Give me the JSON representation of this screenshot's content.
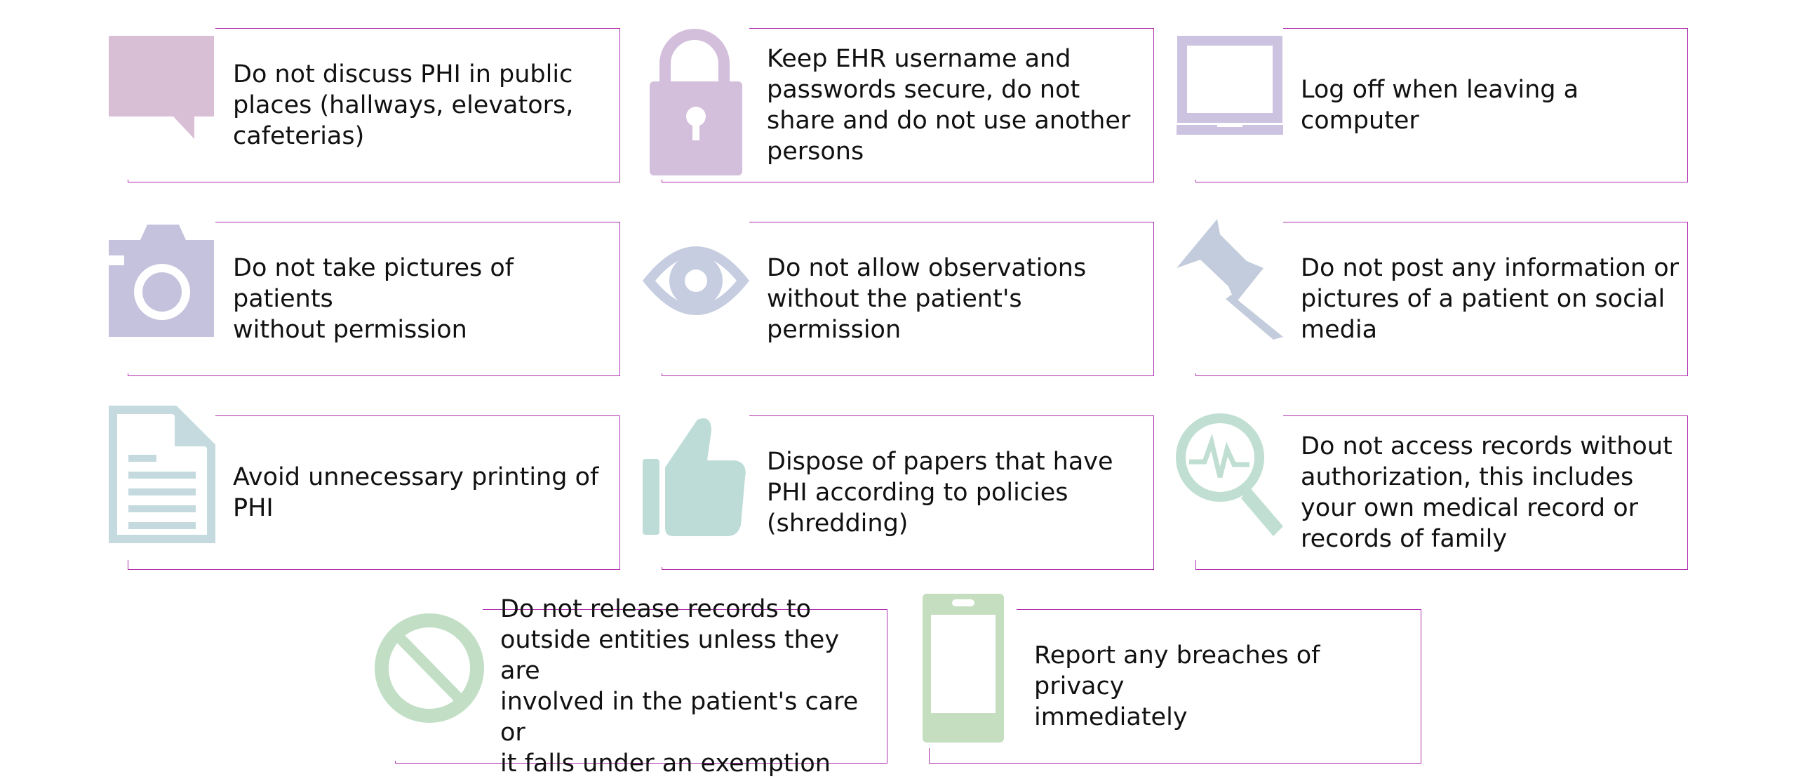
{
  "tips": [
    {
      "id": "public-places",
      "icon": "speech-bubble-icon",
      "color": "#d9bfd6",
      "text": "Do not discuss PHI in public\nplaces (hallways, elevators,\ncafeterias)"
    },
    {
      "id": "ehr-password",
      "icon": "lock-icon",
      "color": "#d3bedb",
      "text": "Keep EHR username and\npasswords secure, do not\nshare and do not use another\npersons"
    },
    {
      "id": "log-off",
      "icon": "laptop-icon",
      "color": "#cbc3e0",
      "text": "Log off when leaving a\ncomputer"
    },
    {
      "id": "no-pictures",
      "icon": "camera-icon",
      "color": "#c4c2dd",
      "text": "Do not take pictures of patients\nwithout permission"
    },
    {
      "id": "no-observations",
      "icon": "eye-icon",
      "color": "#c6cde1",
      "text": "Do not allow observations\nwithout the patient's\npermission"
    },
    {
      "id": "no-social-media",
      "icon": "pushpin-icon",
      "color": "#c3ccdc",
      "text": "Do not post any information or\npictures of a patient on social\nmedia"
    },
    {
      "id": "avoid-printing",
      "icon": "document-icon",
      "color": "#c5dadf",
      "text": "Avoid unnecessary printing of\nPHI"
    },
    {
      "id": "dispose-papers",
      "icon": "thumbs-up-icon",
      "color": "#bedcd7",
      "text": "Dispose of papers that have\nPHI according to policies\n(shredding)"
    },
    {
      "id": "no-unauthorized-access",
      "icon": "magnifier-heartbeat-icon",
      "color": "#c0dfd2",
      "text": "Do not access records without\nauthorization, this includes\nyour own medical record or\nrecords of family"
    },
    {
      "id": "no-release",
      "icon": "prohibited-icon",
      "color": "#c2dfc6",
      "text": "Do not release records to\noutside entities unless they are\ninvolved in the patient's care or\nit falls under an exemption"
    },
    {
      "id": "report-breaches",
      "icon": "smartphone-icon",
      "color": "#c5dec0",
      "text": "Report any breaches of privacy\nimmediately"
    }
  ]
}
